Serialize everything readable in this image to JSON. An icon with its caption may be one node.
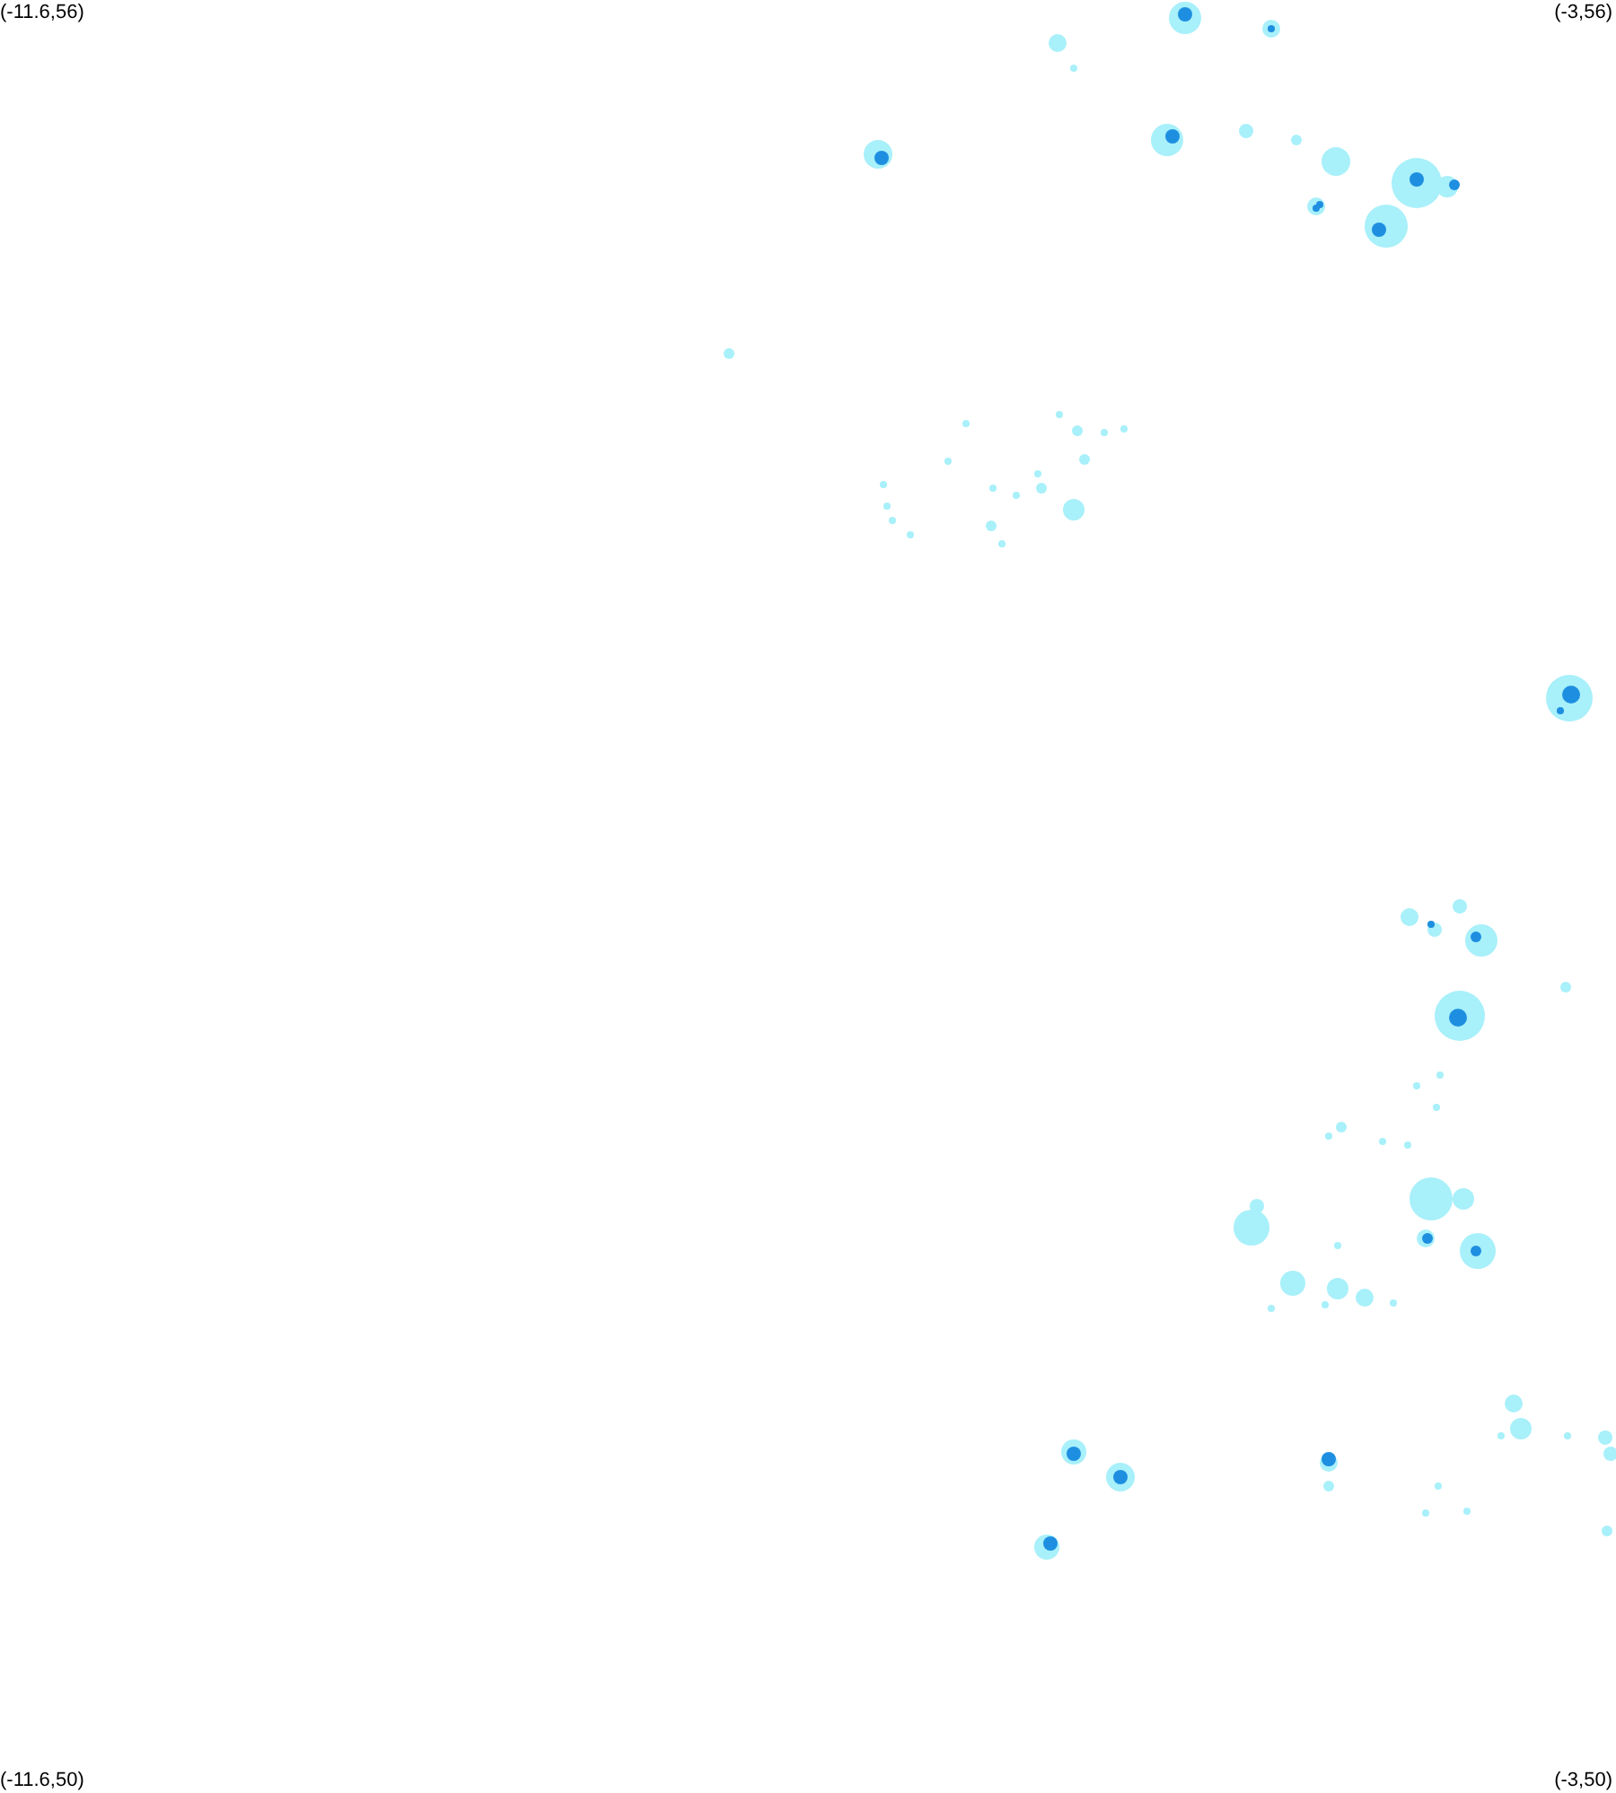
{
  "diagram": {
    "labels": [
      "(-11.6,56)",
      "(-3,56)",
      "(-11.6,50)",
      "(-3,50)"
    ]
  }
}
